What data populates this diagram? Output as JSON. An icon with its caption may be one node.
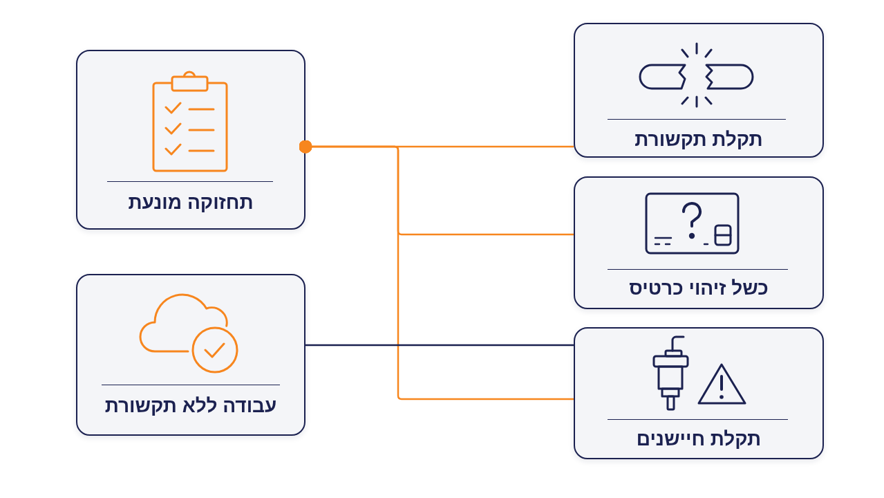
{
  "diagram": {
    "nodes": [
      {
        "text": [
          "תחזוקה מונעת"
        ]
      },
      {
        "text": [
          "עבודה ללא תקשורת"
        ]
      },
      {
        "text": [
          "תקלת תקשורת"
        ]
      },
      {
        "text": [
          "כשל זיהוי כרטיס"
        ]
      },
      {
        "text": [
          "תקלת חיישנים"
        ]
      }
    ],
    "edges": [
      {
        "from": 0,
        "to": 2,
        "arrow": "other"
      },
      {
        "from": 0,
        "to": 3,
        "arrow": "other"
      },
      {
        "from": 0,
        "to": 4,
        "arrow": "other"
      },
      {
        "from": 1,
        "to": 4,
        "arrow": "none",
        "color": "#1b2150"
      }
    ]
  }
}
